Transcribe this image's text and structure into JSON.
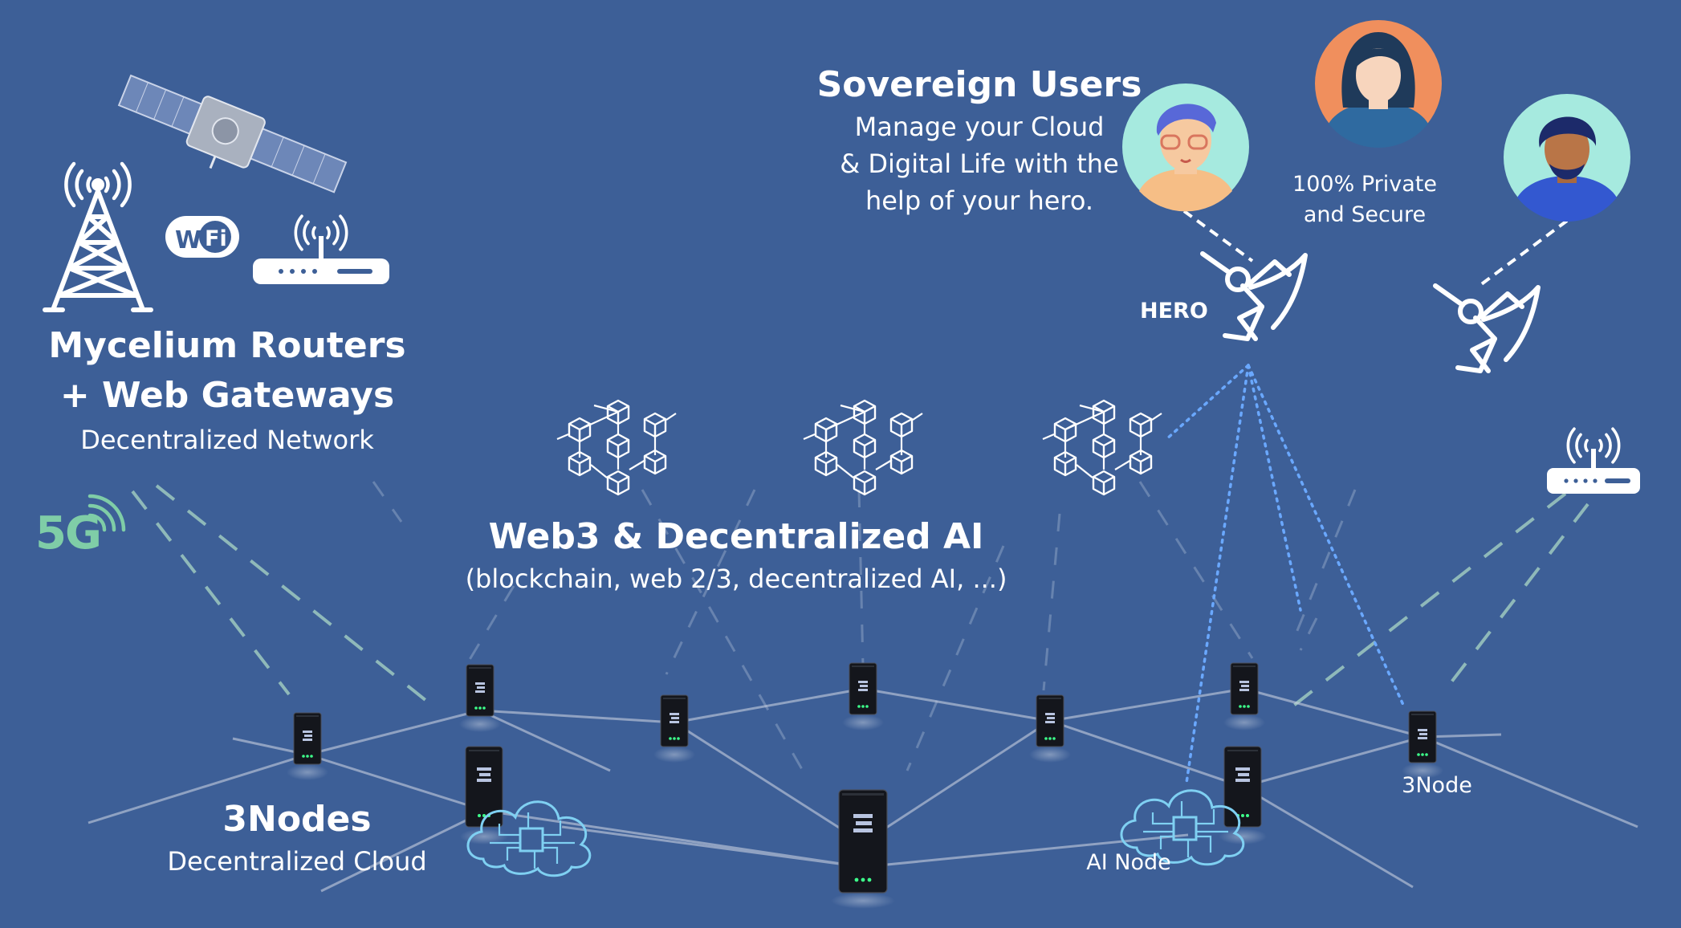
{
  "colors": {
    "background": "#3d5f97",
    "dashed_link": "#9ec9bf",
    "mesh_line": "#c7cfe0",
    "ai_link": "#6aa8ff",
    "ai_icon": "#7fd0f2",
    "fiveg": "#7fcda7",
    "node_body": "#14161c",
    "node_led": "#3dff8a",
    "avatar_mint": "#a6eadf",
    "avatar_orange": "#f08f5d"
  },
  "labels": {
    "routers_title_1": "Mycelium Routers",
    "routers_title_2": "+ Web Gateways",
    "routers_subtitle": "Decentralized Network",
    "fiveg": "5G",
    "wifi_1": "Wi",
    "wifi_2": "Fi",
    "web3_title": "Web3 & Decentralized AI",
    "web3_subtitle": "(blockchain, web 2/3, decentralized AI, ...)",
    "users_title": "Sovereign Users",
    "users_line_1": "Manage your Cloud",
    "users_line_2": "& Digital Life with the",
    "users_line_3": "help of your hero.",
    "private_1": "100% Private",
    "private_2": "and Secure",
    "hero": "HERO",
    "nodes_title": "3Nodes",
    "nodes_subtitle": "Decentralized Cloud",
    "threenode_tag": "3Node",
    "ai_node_tag": "AI Node"
  },
  "icons": [
    "satellite-icon",
    "cell-tower-icon",
    "wifi-logo-icon",
    "router-icon",
    "fiveg-icon",
    "blockchain-icon",
    "user-avatar-icon",
    "hero-figure-icon",
    "server-node-icon",
    "ai-cloud-chip-icon"
  ]
}
